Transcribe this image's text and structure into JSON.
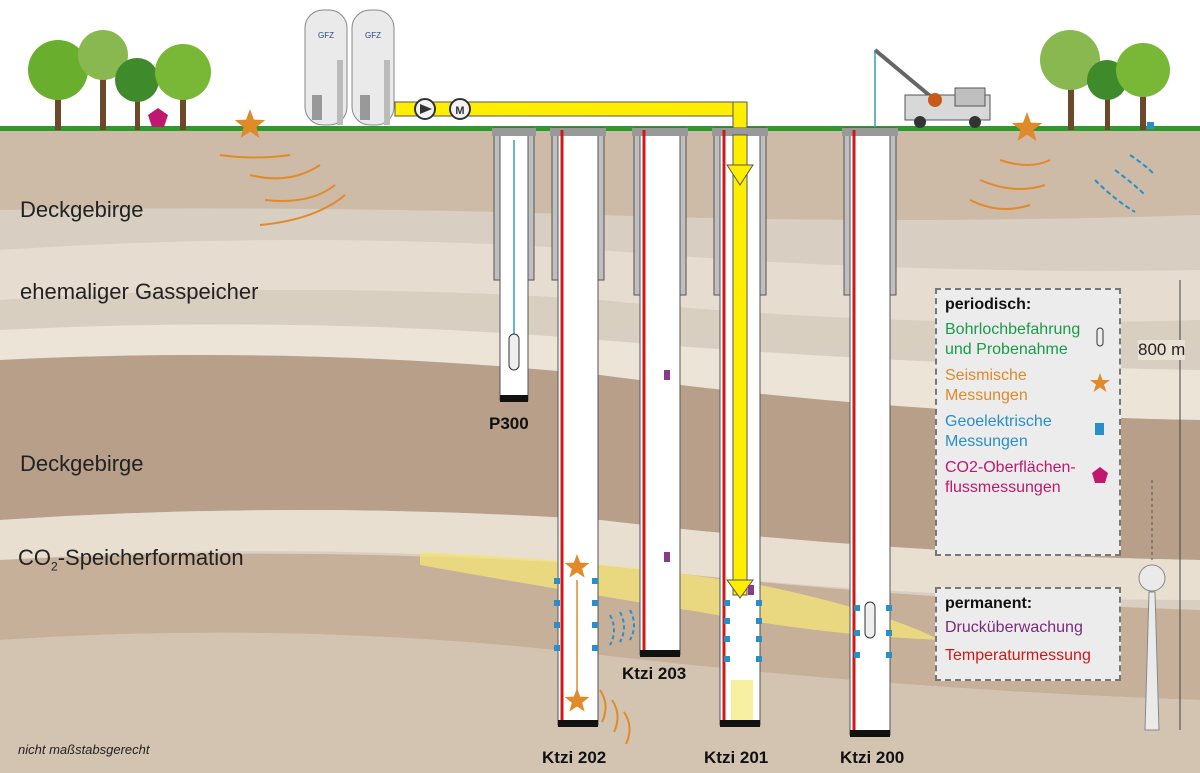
{
  "layers": {
    "cap_upper": "Deckgebirge",
    "former_storage": "ehemaliger Gasspeicher",
    "cap_lower": "Deckgebirge",
    "storage_prefix": "CO",
    "storage_sub": "2",
    "storage_suffix": "-Speicherformation"
  },
  "wells": {
    "p300": "P300",
    "ktzi203": "Ktzi 203",
    "ktzi202": "Ktzi 202",
    "ktzi201": "Ktzi 201",
    "ktzi200": "Ktzi 200"
  },
  "depth_label": "800 m",
  "legend_periodic": {
    "heading": "periodisch:",
    "items": [
      {
        "text_1": "Bohrlochbefahrung",
        "text_2": "und Probenahme",
        "color": "#1a9a4a",
        "icon": "probe-icon"
      },
      {
        "text_1": "Seismische",
        "text_2": "Messungen",
        "color": "#e08a2a",
        "icon": "star-icon"
      },
      {
        "text_1": "Geoelektrische",
        "text_2": "Messungen",
        "color": "#2a8fc8",
        "icon": "square-icon"
      },
      {
        "text_1": "CO2-Oberflächen-",
        "text_2": "flussmessungen",
        "color": "#c0186e",
        "icon": "pentagon-icon"
      }
    ]
  },
  "legend_permanent": {
    "heading": "permanent:",
    "items": [
      {
        "text": "Drucküberwachung",
        "color": "#7a2a7a"
      },
      {
        "text": "Temperaturmessung",
        "color": "#d01818"
      }
    ]
  },
  "tank_logo": "GFZ",
  "note": "nicht maßstabsgerecht",
  "colors": {
    "ground_surface": "#2e9a2e",
    "pipe_yellow": "#ffee00",
    "temperature_line": "#d01818",
    "pressure_marker": "#8a3a8a",
    "seismic_orange": "#e08a2a",
    "electric_blue": "#2a8fc8"
  }
}
